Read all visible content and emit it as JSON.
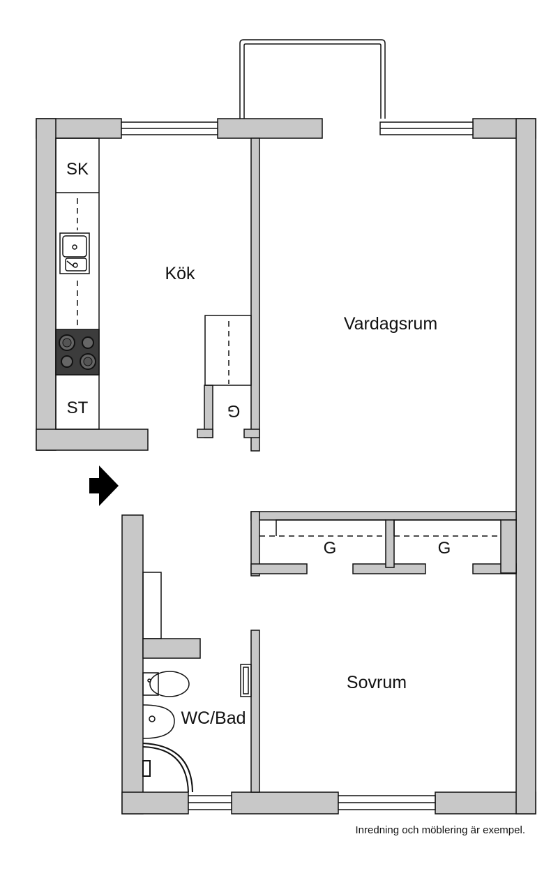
{
  "rooms": {
    "kok": "Kök",
    "vardagsrum": "Vardagsrum",
    "sovrum": "Sovrum",
    "wc_bad": "WC/Bad"
  },
  "fixtures": {
    "sk": "SK",
    "st": "ST",
    "g_kitchen": "G",
    "g_left": "G",
    "g_right": "G"
  },
  "footer": {
    "note": "Inredning och möblering är exempel."
  },
  "colors": {
    "wall": "#c8c8c8",
    "line": "#111111",
    "stove": "#3c3c3c"
  }
}
